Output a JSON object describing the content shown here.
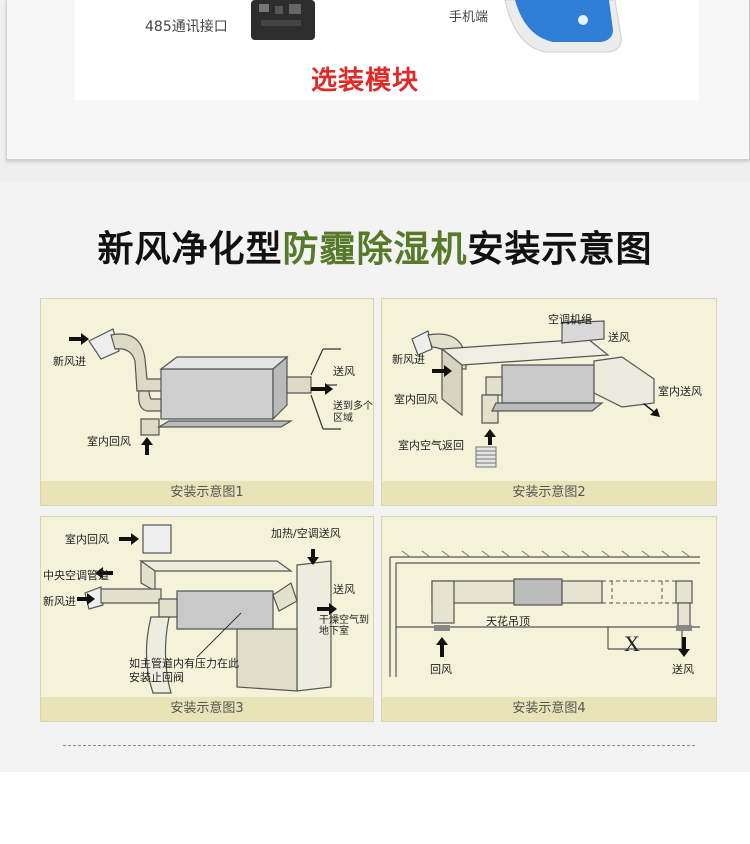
{
  "top": {
    "port_label": "485通讯接口",
    "phone_label": "手机端",
    "module_title": "选装模块"
  },
  "title": {
    "part1": "新风净化型",
    "part2": "防霾除湿机",
    "part3": "安装示意图"
  },
  "colors": {
    "title_green": "#567a2a",
    "module_red": "#e02a2a",
    "panel_bg": "#f4f2d9",
    "caption_bg": "#e9e4b8"
  },
  "panels": [
    {
      "caption": "安装示意图1",
      "labels": {
        "fresh_in": "新风进",
        "supply": "送风",
        "multi": "送到多个区域",
        "return": "室内回风"
      }
    },
    {
      "caption": "安装示意图2",
      "labels": {
        "ac_unit": "空调机组",
        "supply": "送风",
        "fresh_in": "新风进",
        "return": "室内回风",
        "indoor_supply": "室内送风",
        "air_return": "室内空气返回"
      }
    },
    {
      "caption": "安装示意图3",
      "labels": {
        "return": "室内回风",
        "central_duct": "中央空调管道",
        "fresh_in": "新风进",
        "heat": "加热/空调送风",
        "supply": "送风",
        "dry": "干燥空气到地下室",
        "valve": "如主管道内有压力在此安装止回阀"
      }
    },
    {
      "caption": "安装示意图4",
      "labels": {
        "ceiling": "天花吊顶",
        "x": "X",
        "return": "回风",
        "supply": "送风"
      }
    }
  ]
}
